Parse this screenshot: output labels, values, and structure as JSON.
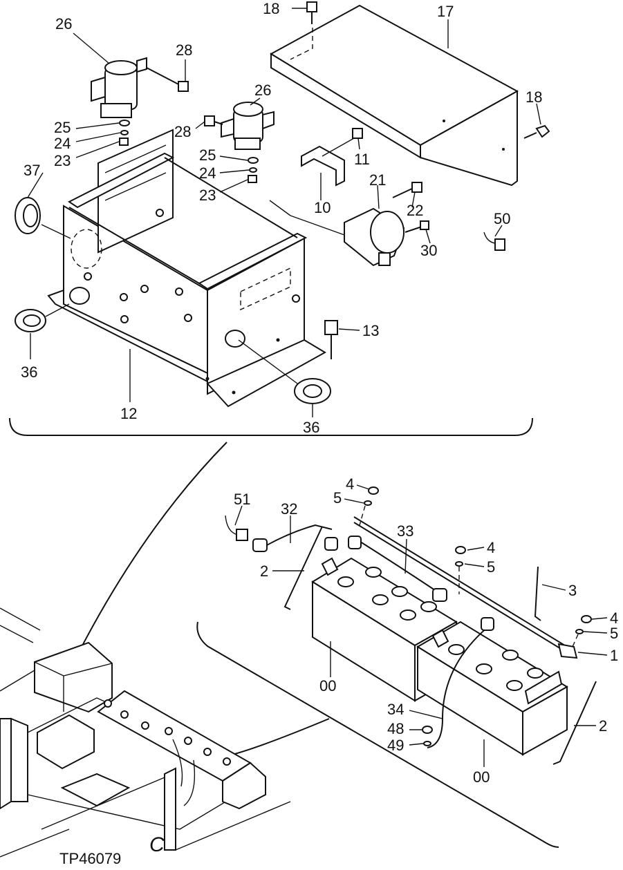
{
  "diagram_id": "TP46079",
  "corner_letter": "C",
  "callouts": {
    "c18a": "18",
    "c17": "17",
    "c26a": "26",
    "c28a": "28",
    "c26b": "26",
    "c25a": "25",
    "c24a": "24",
    "c23a": "23",
    "c28b": "28",
    "c18b": "18",
    "c37": "37",
    "c25b": "25",
    "c24b": "24",
    "c23b": "23",
    "c11": "11",
    "c21": "21",
    "c22": "22",
    "c10": "10",
    "c50": "50",
    "c30": "30",
    "c13": "13",
    "c36a": "36",
    "c12": "12",
    "c36b": "36",
    "c4a": "4",
    "c5a": "5",
    "c51": "51",
    "c32": "32",
    "c33": "33",
    "c4b": "4",
    "c5b": "5",
    "c2a": "2",
    "c3": "3",
    "c4c": "4",
    "c5c": "5",
    "c1": "1",
    "c00a": "00",
    "c34": "34",
    "c48": "48",
    "c49": "49",
    "c2b": "2",
    "c00b": "00"
  }
}
